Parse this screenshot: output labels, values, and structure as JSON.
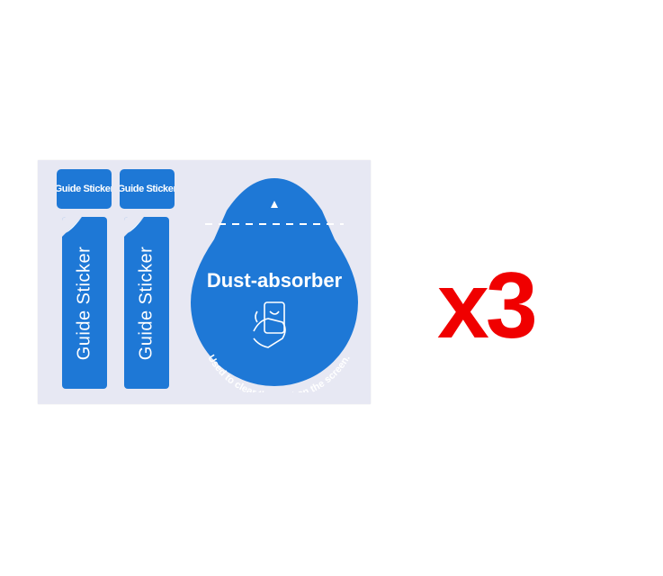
{
  "sheet": {
    "guide_small_label_1": "Guide Sticker",
    "guide_small_label_2": "Guide Sticker",
    "guide_long_label_1": "Guide Sticker",
    "guide_long_label_2": "Guide Sticker",
    "dust_title": "Dust-absorber",
    "dust_caption": "Used to clear the dust on the screen."
  },
  "quantity_label": "x3",
  "colors": {
    "sticker_blue": "#1e78d6",
    "sheet_background": "#e7e8f3",
    "quantity_red": "#f00000"
  }
}
